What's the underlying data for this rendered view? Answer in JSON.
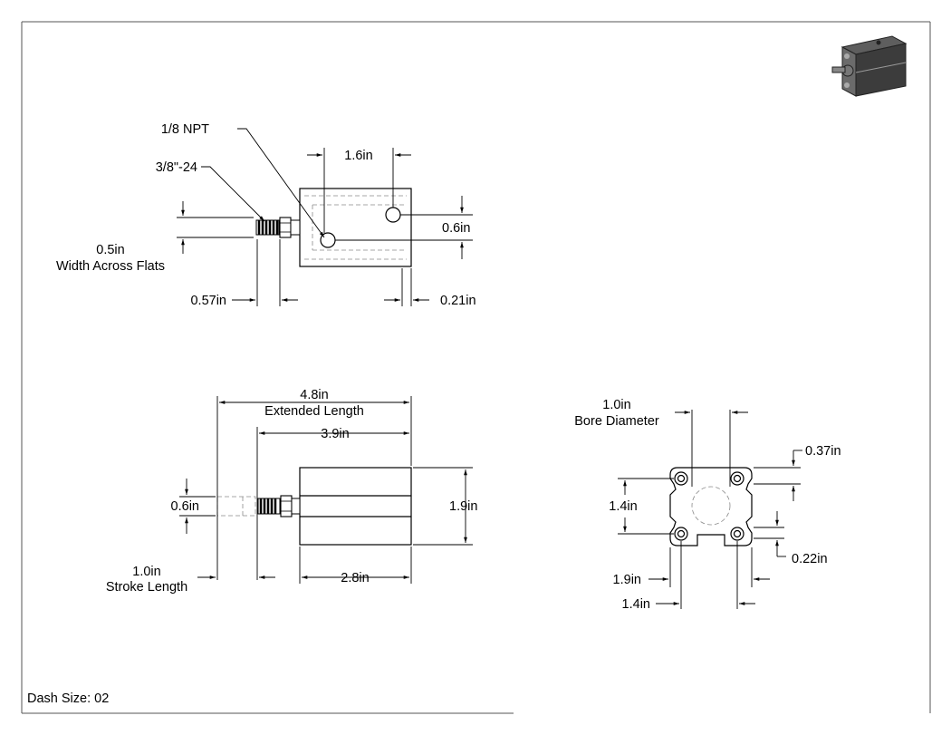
{
  "labels": {
    "npt": "1/8 NPT",
    "thread": "3/8\"-24",
    "top_len": "1.6in",
    "top_port_offset": "0.6in",
    "flats_value": "0.5in",
    "flats_caption": "Width Across Flats",
    "rod_len": "0.57in",
    "port_from_end": "0.21in",
    "extended_value": "4.8in",
    "extended_caption": "Extended Length",
    "retracted_len": "3.9in",
    "rod_dia": "0.6in",
    "body_height": "1.9in",
    "stroke_value": "1.0in",
    "stroke_caption": "Stroke Length",
    "body_len": "2.8in",
    "bore_value": "1.0in",
    "bore_caption": "Bore Diameter",
    "corner_hole": "0.37in",
    "hole_spacing_v": "1.4in",
    "slot_depth": "0.22in",
    "face_width": "1.9in",
    "hole_spacing_h": "1.4in"
  },
  "footer": {
    "dash_size": "Dash Size: 02"
  },
  "icons": {
    "thumbnail": "cylinder-3d-thumbnail-icon"
  },
  "colors": {
    "line": "#000000",
    "hidden": "#8a8a8a",
    "frame": "#555555"
  }
}
